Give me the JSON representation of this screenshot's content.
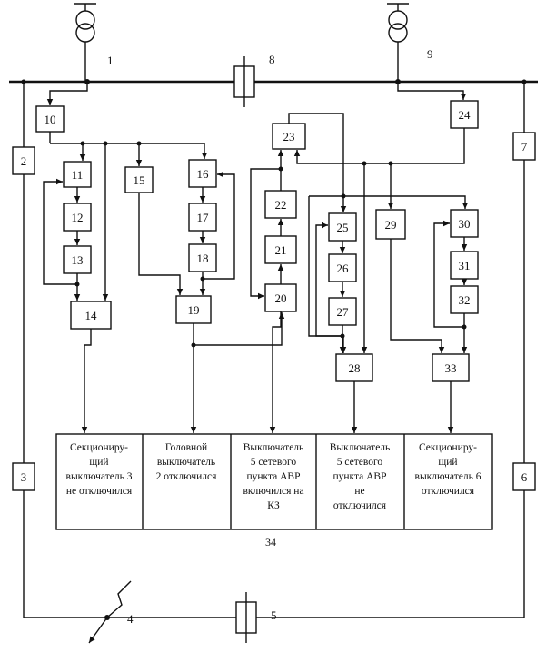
{
  "labels": {
    "transformer_left": "1",
    "transformer_right": "9",
    "breaker_top": "8",
    "breaker_bottom": "5",
    "fault_point": "4",
    "panel": "34"
  },
  "blocks": {
    "b2": "2",
    "b3": "3",
    "b6": "6",
    "b7": "7",
    "b10": "10",
    "b11": "11",
    "b12": "12",
    "b13": "13",
    "b14": "14",
    "b15": "15",
    "b16": "16",
    "b17": "17",
    "b18": "18",
    "b19": "19",
    "b20": "20",
    "b21": "21",
    "b22": "22",
    "b23": "23",
    "b24": "24",
    "b25": "25",
    "b26": "26",
    "b27": "27",
    "b28": "28",
    "b29": "29",
    "b30": "30",
    "b31": "31",
    "b32": "32",
    "b33": "33"
  },
  "panel_cells": [
    {
      "lines": [
        "Секциониру-",
        "щий",
        "выключатель 3",
        "не отключился"
      ]
    },
    {
      "lines": [
        "Головной",
        "выключатель",
        "2 отключился"
      ]
    },
    {
      "lines": [
        "Выключатель",
        "5 сетевого",
        "пункта АВР",
        "включился на",
        "КЗ"
      ]
    },
    {
      "lines": [
        "Выключатель",
        "5 сетевого",
        "пункта АВР",
        "не",
        "отключился"
      ]
    },
    {
      "lines": [
        "Секциониру-",
        "щий",
        "выключатель 6",
        "отключился"
      ]
    }
  ]
}
